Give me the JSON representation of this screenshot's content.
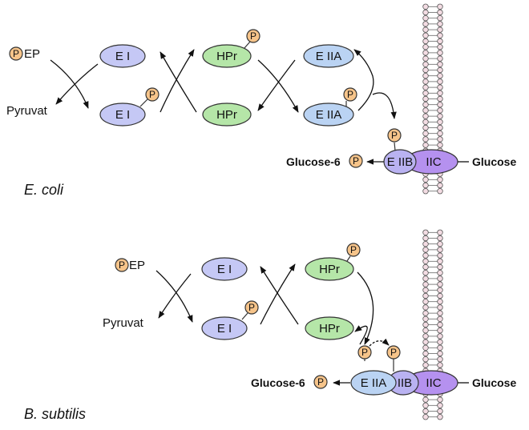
{
  "labels": {
    "p": "P",
    "ep": "EP",
    "pyruvat": "Pyruvat",
    "e1": "E I",
    "hpr": "HPr",
    "e2a": "E IIA",
    "e2b": "E IIB",
    "iib": "IIB",
    "iic": "IIC",
    "glucose6": "Glucose-6",
    "glucose": "Glucose"
  },
  "organisms": {
    "ecoli": "E. coli",
    "bsubtilis": "B. subtilis"
  },
  "colors": {
    "e1": "#c5c8f5",
    "hpr": "#b5e6a8",
    "e2a": "#bad3f3",
    "iib": "#b9b2f1",
    "iic": "#b591ef",
    "phosphate": "#f6c48a",
    "lipid_head": "#f3dce3",
    "outline": "#333333"
  }
}
